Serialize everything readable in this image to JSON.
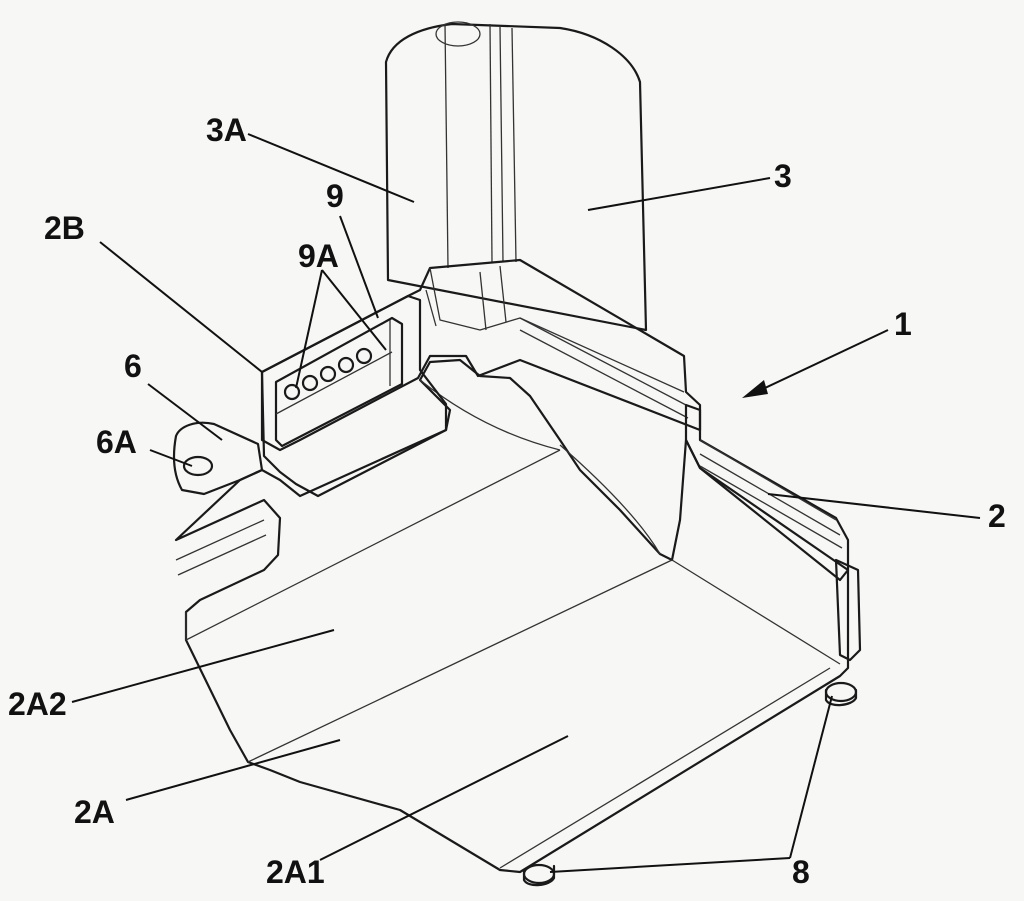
{
  "labels": {
    "l1": "1",
    "l2": "2",
    "l2A": "2A",
    "l2A1": "2A1",
    "l2A2": "2A2",
    "l2B": "2B",
    "l3": "3",
    "l3A": "3A",
    "l6": "6",
    "l6A": "6A",
    "l8": "8",
    "l9": "9",
    "l9A": "9A"
  },
  "colors": {
    "background": "#f7f7f5",
    "line": "#1a1a1a",
    "connector_fill": "#9a9a9a",
    "body_fill": "#ededeb"
  }
}
